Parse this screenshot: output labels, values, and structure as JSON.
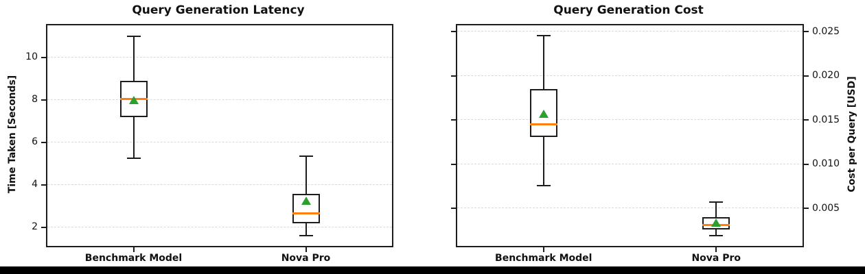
{
  "style": {
    "box_color": "#1c1c1c",
    "median_color": "#ff7f0e",
    "mean_marker_color": "#2ca02c",
    "gridline_color": "#d9d9d9",
    "background": "#ffffff"
  },
  "chart_data": [
    {
      "type": "box",
      "title": "Query Generation Latency",
      "ylabel": "Time Taken [Seconds]",
      "ylabel_side": "left",
      "categories": [
        "Benchmark Model",
        "Nova Pro"
      ],
      "ylim": [
        1.13,
        11.5
      ],
      "yticks": [
        2,
        4,
        6,
        8,
        10
      ],
      "yticklabels": [
        "2",
        "4",
        "6",
        "8",
        "10"
      ],
      "grid": "horizontal-dashed",
      "legend": "none",
      "series": [
        {
          "name": "Benchmark Model",
          "whisker_low": 5.25,
          "q1": 7.2,
          "median": 8.03,
          "mean": 8.0,
          "q3": 8.9,
          "whisker_high": 11.0
        },
        {
          "name": "Nova Pro",
          "whisker_low": 1.62,
          "q1": 2.2,
          "median": 2.67,
          "mean": 3.27,
          "q3": 3.58,
          "whisker_high": 5.35
        }
      ]
    },
    {
      "type": "box",
      "title": "Query Generation Cost",
      "ylabel": "Cost per Query [USD]",
      "ylabel_side": "right",
      "categories": [
        "Benchmark Model",
        "Nova Pro"
      ],
      "ylim": [
        0.00074,
        0.0257
      ],
      "yticks": [
        0.005,
        0.01,
        0.015,
        0.02,
        0.025
      ],
      "yticklabels": [
        "0.005",
        "0.010",
        "0.015",
        "0.020",
        "0.025"
      ],
      "grid": "horizontal-dashed",
      "legend": "none",
      "series": [
        {
          "name": "Benchmark Model",
          "whisker_low": 0.0076,
          "q1": 0.0131,
          "median": 0.0145,
          "mean": 0.0157,
          "q3": 0.0185,
          "whisker_high": 0.0245
        },
        {
          "name": "Nova Pro",
          "whisker_low": 0.0019,
          "q1": 0.0026,
          "median": 0.0031,
          "mean": 0.0034,
          "q3": 0.004,
          "whisker_high": 0.0057
        }
      ]
    }
  ]
}
